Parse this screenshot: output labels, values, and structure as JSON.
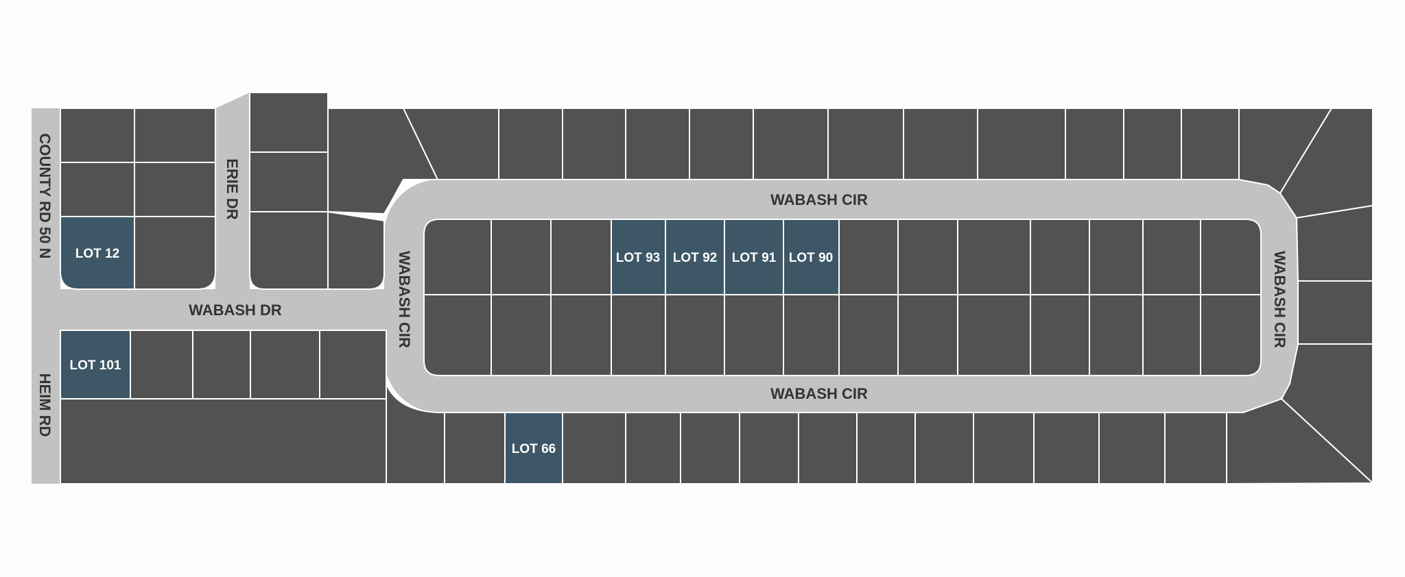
{
  "map": {
    "roads": {
      "county_rd": "COUNTY RD 50 N",
      "heim_rd": "HEIM RD",
      "erie_dr": "ERIE DR",
      "wabash_dr": "WABASH DR",
      "wabash_cir_top": "WABASH CIR",
      "wabash_cir_bottom": "WABASH CIR",
      "wabash_cir_left": "WABASH CIR",
      "wabash_cir_right": "WABASH CIR"
    },
    "lots": {
      "lot12": "LOT 12",
      "lot101": "LOT 101",
      "lot93": "LOT 93",
      "lot92": "LOT 92",
      "lot91": "LOT 91",
      "lot90": "LOT 90",
      "lot66": "LOT 66"
    },
    "colors": {
      "lot": "#525252",
      "available_lot": "#3d5766",
      "road": "#c2c2c2",
      "road_text": "#333333",
      "lot_lines": "#ffffff"
    }
  }
}
